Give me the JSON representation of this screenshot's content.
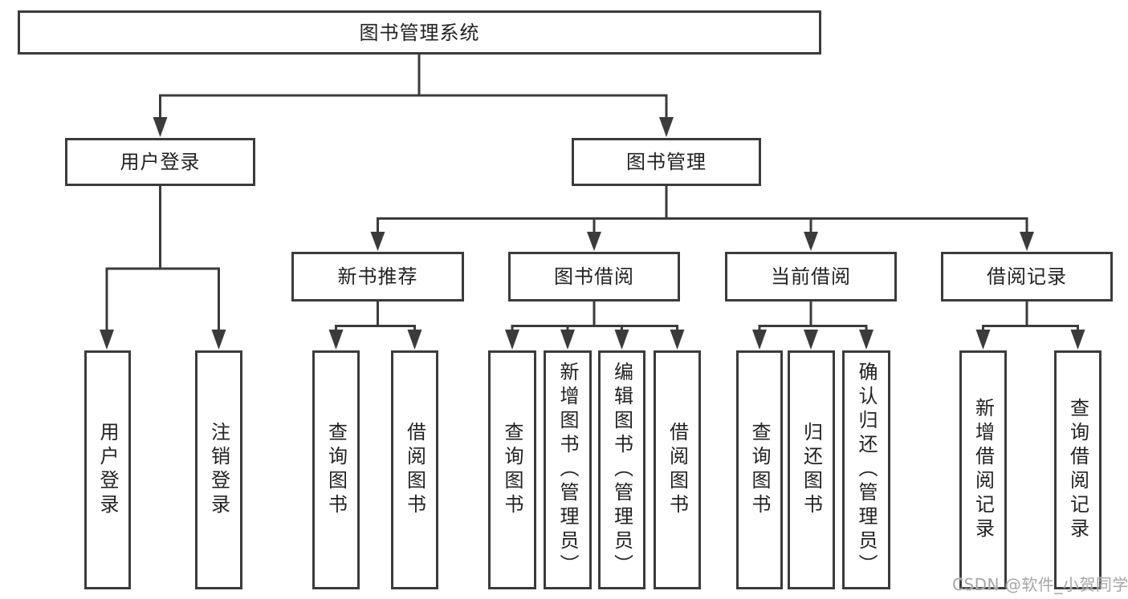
{
  "diagram": {
    "tree": {
      "label": "图书管理系统",
      "children": [
        {
          "label": "用户登录",
          "children": [
            {
              "label": "用户登录"
            },
            {
              "label": "注销登录"
            }
          ]
        },
        {
          "label": "图书管理",
          "children": [
            {
              "label": "新书推荐",
              "children": [
                {
                  "label": "查询图书"
                },
                {
                  "label": "借阅图书"
                }
              ]
            },
            {
              "label": "图书借阅",
              "children": [
                {
                  "label": "查询图书"
                },
                {
                  "label": "新增图书（管理员）"
                },
                {
                  "label": "编辑图书（管理员）"
                },
                {
                  "label": "借阅图书"
                }
              ]
            },
            {
              "label": "当前借阅",
              "children": [
                {
                  "label": "查询图书"
                },
                {
                  "label": "归还图书"
                },
                {
                  "label": "确认归还（管理员）"
                }
              ]
            },
            {
              "label": "借阅记录",
              "children": [
                {
                  "label": "新增借阅记录"
                },
                {
                  "label": "查询借阅记录"
                }
              ]
            }
          ]
        }
      ]
    },
    "watermark": "CSDN @软件_小贺同学",
    "colors": {
      "line": "#3b3b3b",
      "text": "#222222",
      "watermark": "#a6a6a6",
      "background": "#ffffff"
    }
  }
}
